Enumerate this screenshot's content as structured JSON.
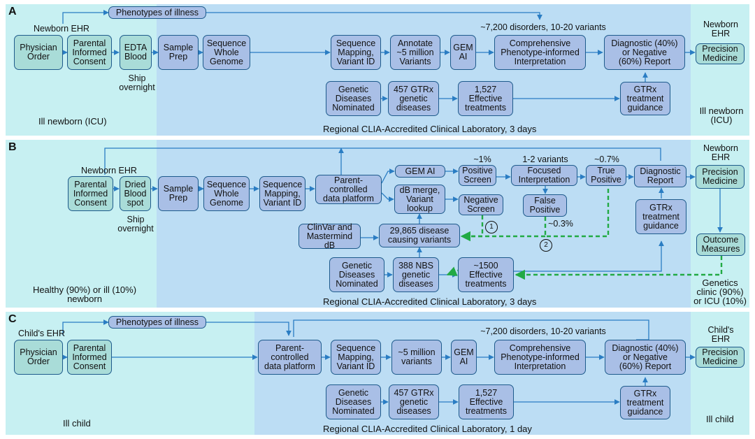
{
  "panel_a": {
    "letter": "A",
    "phenotypes": "Phenotypes of illness",
    "ehr_label": "Newborn EHR",
    "physician_order": "Physician\nOrder",
    "parental_consent": "Parental\nInformed\nConsent",
    "edta_blood": "EDTA\nBlood",
    "ship_overnight": "Ship\novernight",
    "sample_prep": "Sample\nPrep",
    "sequence_genome": "Sequence\nWhole\nGenome",
    "seq_mapping": "Sequence\nMapping,\nVariant ID",
    "annotate": "Annotate\n~5 million\nVariants",
    "gem_ai": "GEM\nAI",
    "disorders_note": "~7,200 disorders, 10-20 variants",
    "comprehensive": "Comprehensive\nPhenotype-informed\nInterpretation",
    "diagnostic_report": "Diagnostic (40%)\nor Negative\n(60%) Report",
    "right_ehr": "Newborn\nEHR",
    "precision": "Precision\nMedicine",
    "genetic_diseases": "Genetic\nDiseases\nNominated",
    "gtrx_diseases": "457 GTRx\ngenetic\ndiseases",
    "treatments": "1,527\nEffective\ntreatments",
    "gtrx_guidance": "GTRx\ntreatment\nguidance",
    "left_footer": "Ill newborn (ICU)",
    "lab_footer": "Regional CLIA-Accredited Clinical Laboratory, 3 days",
    "right_footer": "Ill newborn\n(ICU)"
  },
  "panel_b": {
    "letter": "B",
    "ehr_label": "Newborn EHR",
    "parental_consent": "Parental\nInformed\nConsent",
    "dried_blood": "Dried\nBlood\nspot",
    "ship_overnight": "Ship\novernight",
    "sample_prep": "Sample\nPrep",
    "sequence_genome": "Sequence\nWhole\nGenome",
    "seq_mapping": "Sequence\nMapping,\nVariant ID",
    "parent_platform": "Parent-\ncontrolled\ndata platform",
    "gem_ai": "GEM AI",
    "db_merge": "dB merge,\nVariant\nlookup",
    "pct_positive": "~1%",
    "positive_screen": "Positive\nScreen",
    "negative_screen": "Negative\nScreen",
    "variants_note": "1-2 variants",
    "focused": "Focused\nInterpretation",
    "false_positive": "False\nPositive",
    "pct_fp": "~0.3%",
    "pct_tp": "~0.7%",
    "true_positive": "True\nPositive",
    "diagnostic_report": "Diagnostic\nReport",
    "right_ehr": "Newborn\nEHR",
    "precision": "Precision\nMedicine",
    "clinvar": "ClinVar and\nMastermind dB",
    "disease_variants": "29,865 disease\ncausing variants",
    "circle1": "1",
    "circle2": "2",
    "gtrx_guidance": "GTRx\ntreatment\nguidance",
    "outcome": "Outcome\nMeasures",
    "genetic_diseases": "Genetic\nDiseases\nNominated",
    "nbs_diseases": "388 NBS\ngenetic\ndiseases",
    "treatments": "~1500\nEffective\ntreatments",
    "left_footer": "Healthy (90%) or ill (10%)\nnewborn",
    "lab_footer": "Regional CLIA-Accredited Clinical Laboratory, 3 days",
    "right_footer": "Genetics\nclinic (90%)\nor ICU (10%)"
  },
  "panel_c": {
    "letter": "C",
    "phenotypes": "Phenotypes of illness",
    "ehr_label": "Child's EHR",
    "physician_order": "Physician\nOrder",
    "parental_consent": "Parental\nInformed\nConsent",
    "parent_platform": "Parent-\ncontrolled\ndata platform",
    "seq_mapping": "Sequence\nMapping,\nVariant ID",
    "five_million": "~5 million\nvariants",
    "gem_ai": "GEM\nAI",
    "disorders_note": "~7,200 disorders, 10-20 variants",
    "comprehensive": "Comprehensive\nPhenotype-informed\nInterpretation",
    "diagnostic_report": "Diagnostic (40%)\nor Negative\n(60%) Report",
    "right_ehr": "Child's\nEHR",
    "precision": "Precision\nMedicine",
    "genetic_diseases": "Genetic\nDiseases\nNominated",
    "gtrx_diseases": "457 GTRx\ngenetic\ndiseases",
    "treatments": "1,527\nEffective\ntreatments",
    "gtrx_guidance": "GTRx\ntreatment\nguidance",
    "left_footer": "Ill child",
    "lab_footer": "Regional CLIA-Accredited Clinical Laboratory, 1 day",
    "right_footer": "Ill child"
  },
  "colors": {
    "left_zone": "#c7f0f2",
    "lab_zone": "#bcddf4",
    "box_fill": "#a9bfe6",
    "green_box": "#a9dcd8",
    "arrow": "#2a7dc3",
    "feedback": "#22aa44"
  }
}
